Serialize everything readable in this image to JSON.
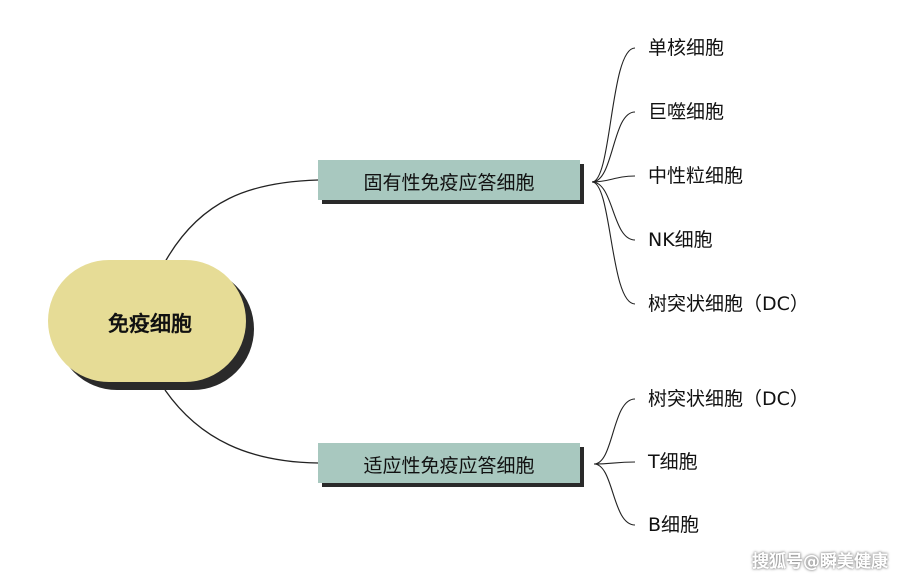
{
  "root": {
    "label": "免疫细胞"
  },
  "branches": [
    {
      "label": "固有性免疫应答细胞",
      "leaves": [
        "单核细胞",
        "巨噬细胞",
        "中性粒细胞",
        "NK细胞",
        "树突状细胞（DC）"
      ]
    },
    {
      "label": "适应性免疫应答细胞",
      "leaves": [
        "树突状细胞（DC）",
        "T细胞",
        "B细胞"
      ]
    }
  ],
  "watermark": "搜狐号@瞬美健康",
  "colors": {
    "root_fill": "#e6dc96",
    "branch_fill": "#a8c8bf",
    "shadow": "#2a2a2a",
    "line": "#222222"
  }
}
